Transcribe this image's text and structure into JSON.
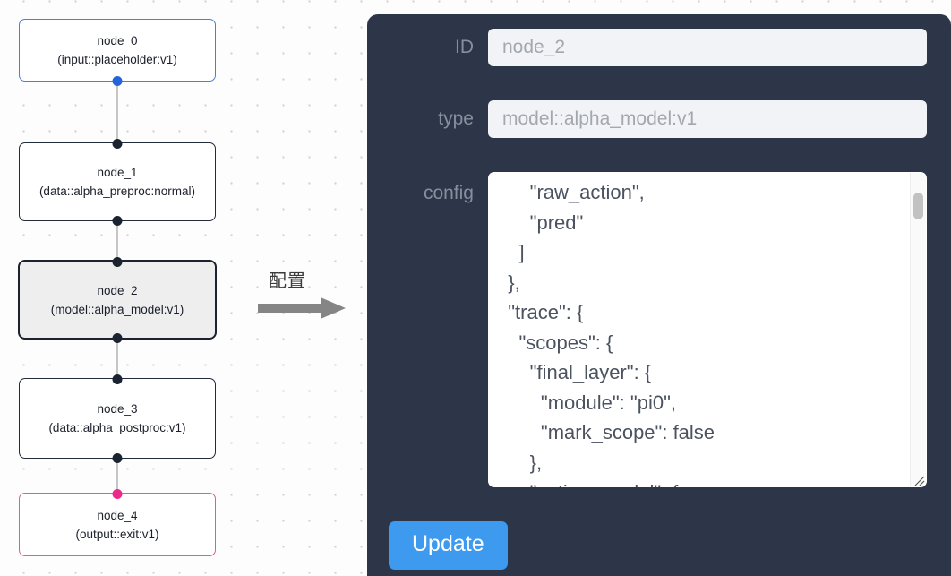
{
  "canvas": {
    "nodes": [
      {
        "id": "node_0",
        "type": "(input::placeholder:v1)",
        "role": "input",
        "selected": false
      },
      {
        "id": "node_1",
        "type": "(data::alpha_preproc:normal)",
        "role": "default",
        "selected": false
      },
      {
        "id": "node_2",
        "type": "(model::alpha_model:v1)",
        "role": "default",
        "selected": true
      },
      {
        "id": "node_3",
        "type": "(data::alpha_postproc:v1)",
        "role": "default",
        "selected": false
      },
      {
        "id": "node_4",
        "type": "(output::exit:v1)",
        "role": "output",
        "selected": false
      }
    ],
    "colors": {
      "input_border": "#4a7fd4",
      "output_border": "#e5579f",
      "default_border": "#222b3a",
      "selected_fill": "#eeeeee",
      "edge": "#c6c6c6"
    }
  },
  "annotation": {
    "label": "配置",
    "arrow_icon": "arrow-right-icon",
    "arrow_color": "#858585"
  },
  "panel": {
    "background": "#2d3648",
    "fields": {
      "id": {
        "label": "ID",
        "value": "node_2",
        "placeholder": "node_2"
      },
      "type": {
        "label": "type",
        "value": "model::alpha_model:v1",
        "placeholder": "model::alpha_model:v1"
      },
      "config": {
        "label": "config",
        "value": "      \"raw_action\",\n      \"pred\"\n    ]\n  },\n  \"trace\": {\n    \"scopes\": {\n      \"final_layer\": {\n        \"module\": \"pi0\",\n        \"mark_scope\": false\n      },\n      \"action_model\": {"
      }
    },
    "update_button": {
      "label": "Update",
      "color": "#3d9aef"
    },
    "scrollbar": {
      "thumb_color": "#c2c2c2"
    }
  }
}
